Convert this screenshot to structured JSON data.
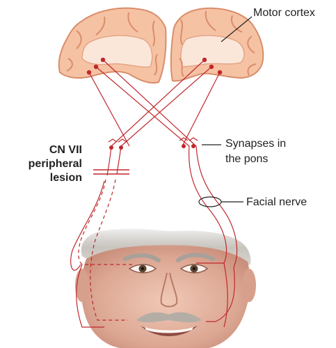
{
  "labels": {
    "motor_cortex": "Motor cortex",
    "synapses_line1": "Synapses in",
    "synapses_line2": "the pons",
    "facial_nerve": "Facial nerve",
    "lesion_line1": "CN VII",
    "lesion_line2": "peripheral",
    "lesion_line3": "lesion"
  },
  "colors": {
    "nerve": "#c0272d",
    "node": "#c0272d",
    "brain_fill": "#f6c2a4",
    "brain_gyri": "#d98d6b",
    "brain_white": "#fbe7da",
    "skin": "#e6b7a5",
    "hair": "#c9c5c0",
    "leader": "#222222"
  },
  "figure": {
    "brain": "brain-coronal-section",
    "face": "elderly-man-face-photo"
  }
}
